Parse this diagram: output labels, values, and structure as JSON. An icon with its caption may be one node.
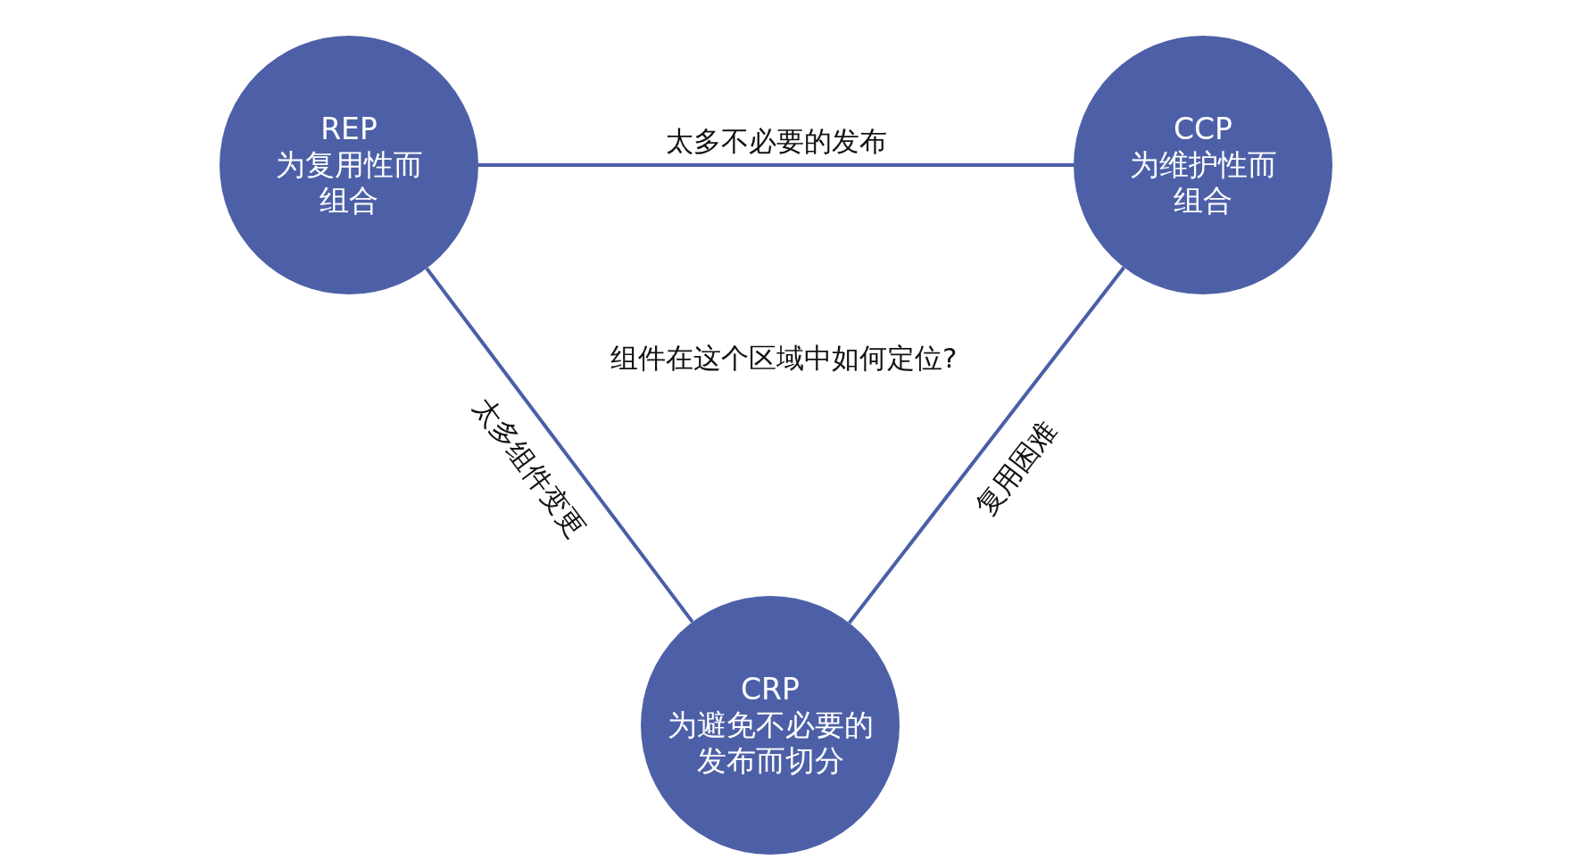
{
  "diagram": {
    "nodes": [
      {
        "text": [
          "REP",
          "为复用性而组合"
        ]
      },
      {
        "text": [
          "CCP",
          "为维护性而组合"
        ]
      },
      {
        "text": [
          "CRP",
          "为避免不必要的发布而切分"
        ]
      }
    ],
    "edges": [
      {
        "from": 0,
        "to": 1,
        "arrow": "none",
        "label": "太多不必要的发布"
      },
      {
        "from": 0,
        "to": 2,
        "arrow": "none",
        "label": "太多组件变更"
      },
      {
        "from": 1,
        "to": 2,
        "arrow": "none",
        "label": "复用困难"
      }
    ],
    "labels": [
      "组件在这个区域中如何定位?"
    ]
  }
}
